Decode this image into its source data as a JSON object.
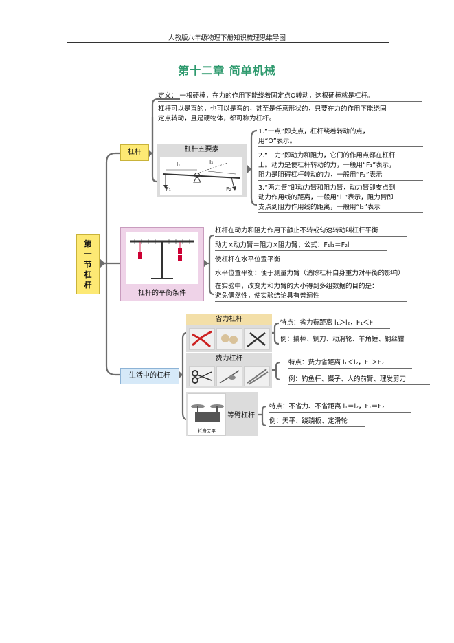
{
  "header": {
    "running_title": "人教版八年级物理下册知识梳理思维导图",
    "chapter_title": "第十二章    简单机械"
  },
  "root": {
    "label": "第一节杠杆",
    "chars": [
      "第",
      "一",
      "节",
      "杠",
      "杆"
    ]
  },
  "lever": {
    "label": "杠杆",
    "definition": "定义：  一根硬棒，在力的作用下能绕着固定点O转动，这根硬棒就是杠杆。",
    "note_line1": "杠杆可以是直的，也可以是弯的，甚至是任意形状的，只要在力的作用下能绕固",
    "note_line2": "定点转动，且是硬物体，都可称为杠杆。",
    "five_elements": {
      "title": "杠杆五要素",
      "diagram": {
        "l1": "l₁",
        "l2": "l₂",
        "f1": "F₁",
        "f2": "F₂"
      },
      "items": [
        [
          "1.“一点”即支点，杠杆绕着转动的点，",
          "用“O”表示。"
        ],
        [
          "2.“二力”即动力和阻力，它们的作用点都在杠杆",
          "上。动力是使杠杆转动的力，一般用“F₁”表示，",
          "阻力是阻碍杠杆转动的力，一般用“F₂”表示"
        ],
        [
          "3.“两力臂”即动力臂和阻力臂，动力臂即支点到",
          "动力作用线的距离，一般用“l₁”表示，阻力臂即",
          "支点到阻力作用线的距离，一般用“l₂”表示"
        ]
      ]
    }
  },
  "balance": {
    "label": "杠杆的平衡条件",
    "lines": [
      "杠杆在动力和阻力作用下静止不转或匀速转动叫杠杆平衡",
      "动力×动力臂＝阻力×阻力臂；公式：F₁l₁＝F₂l",
      "使杠杆在水平位置平衡",
      "水平位置平衡：便于测量力臂（消除杠杆自身重力对平衡的影响）",
      "在实验中，改变力和力臂的大小得到多组数据的目的是：",
      "避免偶然性，使实验结论具有普遍性"
    ]
  },
  "life": {
    "label": "生活中的杠杆",
    "saving": {
      "title": "省力杠杆",
      "feature": "特点：省力费距离  l₁＞l₂，F₁＜F",
      "example": "例：撬棒、铡刀、动滑轮、羊角锤、钢丝钳"
    },
    "costing": {
      "title": "费力杠杆",
      "feature": "特点：费力省距离  l₁＜l₂，F₁＞F₂",
      "example": "例：钓鱼杆、镊子、人的前臂、理发剪刀"
    },
    "equal": {
      "title": "等臂杠杆",
      "caption": "托盘天平",
      "feature": "特点：不省力、不省距离   l₁＝l₂，F₁＝F₂",
      "example": "例：天平、跷跷板、定滑轮"
    }
  },
  "colors": {
    "title_green": "#2e9a6e",
    "yellow_box": "#fde974",
    "blue_box": "#d6e9f8",
    "pink_box": "#efd3e8",
    "connector": "#6d6d6d"
  },
  "icons": [
    "pliers-photo",
    "bottle-opener-photo",
    "wire-cutter-photo",
    "scissors-photo",
    "tweezers-photo",
    "fishing-rod-photo",
    "balance-scale-photo"
  ]
}
